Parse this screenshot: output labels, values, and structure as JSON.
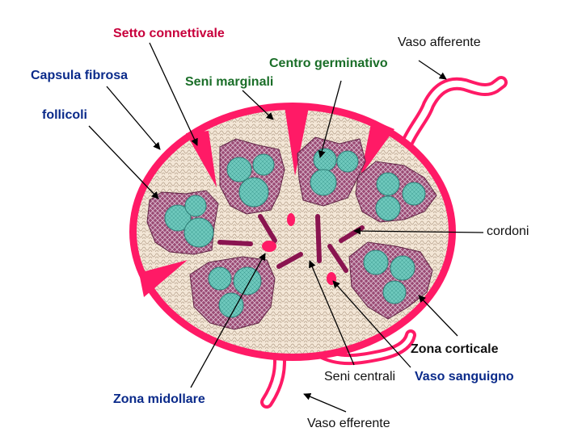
{
  "labels": {
    "setto_connettivale": "Setto connettivale",
    "capsula_fibrosa": "Capsula fibrosa",
    "vaso_afferente": "Vaso afferente",
    "centro_germinativo": "Centro germinativo",
    "seni_marginali": "Seni marginali",
    "follicoli": "follicoli",
    "cordoni": "cordoni",
    "zona_corticale": "Zona corticale",
    "seni_centrali": "Seni centrali",
    "vaso_sanguigno": "Vaso sanguigno",
    "zona_midollare": "Zona midollare",
    "vaso_efferente": "Vaso efferente"
  },
  "colors": {
    "capsule": "#ff1a66",
    "cortex_fill": "#f3e6d6",
    "follicle": "#9a4a74",
    "germinal_center": "#6ec8bc",
    "cords": "#8a1450",
    "text_red": "#c8003c",
    "text_green": "#1a6e28",
    "text_blue": "#0a2a8a"
  }
}
